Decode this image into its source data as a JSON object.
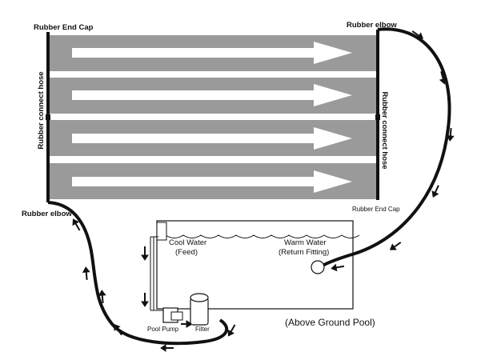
{
  "labels": {
    "end_cap_top_left": "Rubber End Cap",
    "elbow_top_right": "Rubber elbow",
    "connect_hose_left": "Rubber connect hose",
    "connect_hose_right": "Rubber connect hose",
    "elbow_bottom_left": "Rubber elbow",
    "end_cap_bottom_right": "Rubber End Cap",
    "cool_water": "Cool Water",
    "cool_water_sub": "(Feed)",
    "warm_water": "Warm Water",
    "warm_water_sub": "(Return Fitting)",
    "pool_pump": "Pool Pump",
    "filter": "Filter",
    "pool_caption": "(Above Ground Pool)"
  },
  "colors": {
    "panel": "#9a9a9a",
    "arrow": "#ffffff",
    "hose": "#111111"
  },
  "panel_count": 4
}
